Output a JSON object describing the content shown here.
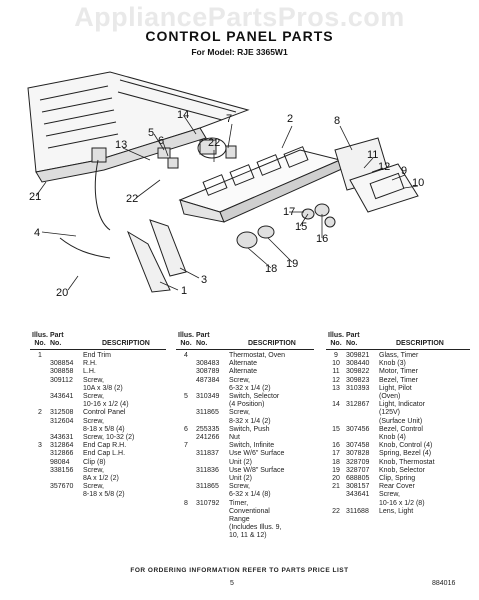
{
  "watermark": "AppliancePartsPros.com",
  "title": "CONTROL PANEL PARTS",
  "model_line": "For Model: RJE 3365W1",
  "callouts": [
    "1",
    "2",
    "3",
    "4",
    "5",
    "6",
    "7",
    "8",
    "9",
    "10",
    "11",
    "12",
    "13",
    "14",
    "15",
    "16",
    "17",
    "18",
    "19",
    "20",
    "21",
    "22",
    "22"
  ],
  "table": {
    "headers": {
      "illus": "Illus.",
      "illus2": "No.",
      "part": "Part",
      "part2": "No.",
      "desc": "DESCRIPTION"
    },
    "columns": [
      [
        {
          "ill": "1",
          "num": "",
          "desc": "End Trim"
        },
        {
          "ill": "",
          "num": "308854",
          "desc": "R.H."
        },
        {
          "ill": "",
          "num": "308858",
          "desc": "L.H."
        },
        {
          "ill": "",
          "num": "309112",
          "desc": "Screw,"
        },
        {
          "ill": "",
          "num": "",
          "desc": "10A x 3/8 (2)"
        },
        {
          "ill": "",
          "num": "343641",
          "desc": "Screw,"
        },
        {
          "ill": "",
          "num": "",
          "desc": "10-16 x 1/2 (4)"
        },
        {
          "ill": "2",
          "num": "312508",
          "desc": "Control Panel"
        },
        {
          "ill": "",
          "num": "312604",
          "desc": "Screw,"
        },
        {
          "ill": "",
          "num": "",
          "desc": "8-18 x 5/8 (4)"
        },
        {
          "ill": "",
          "num": "343631",
          "desc": "Screw, 10-32 (2)"
        },
        {
          "ill": "3",
          "num": "312864",
          "desc": "End Cap R.H."
        },
        {
          "ill": "",
          "num": "312866",
          "desc": "End Cap L.H."
        },
        {
          "ill": "",
          "num": "98084",
          "desc": "Clip (8)"
        },
        {
          "ill": "",
          "num": "338156",
          "desc": "Screw,"
        },
        {
          "ill": "",
          "num": "",
          "desc": "8A x 1/2 (2)"
        },
        {
          "ill": "",
          "num": "357670",
          "desc": "Screw,"
        },
        {
          "ill": "",
          "num": "",
          "desc": "8-18 x 5/8 (2)"
        }
      ],
      [
        {
          "ill": "4",
          "num": "",
          "desc": "Thermostat, Oven"
        },
        {
          "ill": "",
          "num": "308483",
          "desc": "Alternate"
        },
        {
          "ill": "",
          "num": "308789",
          "desc": "Alternate"
        },
        {
          "ill": "",
          "num": "487384",
          "desc": "Screw,"
        },
        {
          "ill": "",
          "num": "",
          "desc": "6-32 x 1/4 (2)"
        },
        {
          "ill": "5",
          "num": "310349",
          "desc": "Switch, Selector"
        },
        {
          "ill": "",
          "num": "",
          "desc": "(4 Position)"
        },
        {
          "ill": "",
          "num": "311865",
          "desc": "Screw,"
        },
        {
          "ill": "",
          "num": "",
          "desc": "8-32 x 1/4 (2)"
        },
        {
          "ill": "6",
          "num": "255335",
          "desc": "Switch, Push"
        },
        {
          "ill": "",
          "num": "241266",
          "desc": "Nut"
        },
        {
          "ill": "7",
          "num": "",
          "desc": "Switch, Infinite"
        },
        {
          "ill": "",
          "num": "311837",
          "desc": "Use W/6\" Surface"
        },
        {
          "ill": "",
          "num": "",
          "desc": "Unit (2)"
        },
        {
          "ill": "",
          "num": "311836",
          "desc": "Use W/8\" Surface"
        },
        {
          "ill": "",
          "num": "",
          "desc": "Unit (2)"
        },
        {
          "ill": "",
          "num": "311865",
          "desc": "Screw,"
        },
        {
          "ill": "",
          "num": "",
          "desc": "6-32 x 1/4 (8)"
        },
        {
          "ill": "8",
          "num": "310792",
          "desc": "Timer,"
        },
        {
          "ill": "",
          "num": "",
          "desc": "Conventional"
        },
        {
          "ill": "",
          "num": "",
          "desc": "Range"
        },
        {
          "ill": "",
          "num": "",
          "desc": "(Includes Illus. 9,"
        },
        {
          "ill": "",
          "num": "",
          "desc": "10, 11 & 12)"
        }
      ],
      [
        {
          "ill": "9",
          "num": "309821",
          "desc": "Glass, Timer"
        },
        {
          "ill": "10",
          "num": "308440",
          "desc": "Knob (3)"
        },
        {
          "ill": "11",
          "num": "309822",
          "desc": "Motor, Timer"
        },
        {
          "ill": "12",
          "num": "309823",
          "desc": "Bezel, Timer"
        },
        {
          "ill": "13",
          "num": "310393",
          "desc": "Light, Pilot"
        },
        {
          "ill": "",
          "num": "",
          "desc": "(Oven)"
        },
        {
          "ill": "14",
          "num": "312867",
          "desc": "Light, Indicator"
        },
        {
          "ill": "",
          "num": "",
          "desc": "(125V)"
        },
        {
          "ill": "",
          "num": "",
          "desc": "(Surface Unit)"
        },
        {
          "ill": "15",
          "num": "307456",
          "desc": "Bezel, Control"
        },
        {
          "ill": "",
          "num": "",
          "desc": "Knob (4)"
        },
        {
          "ill": "16",
          "num": "307458",
          "desc": "Knob, Control (4)"
        },
        {
          "ill": "17",
          "num": "307828",
          "desc": "Spring, Bezel (4)"
        },
        {
          "ill": "18",
          "num": "328709",
          "desc": "Knob, Thermostat"
        },
        {
          "ill": "19",
          "num": "328707",
          "desc": "Knob, Selector"
        },
        {
          "ill": "20",
          "num": "688805",
          "desc": "Clip, Spring"
        },
        {
          "ill": "21",
          "num": "308157",
          "desc": "Rear Cover"
        },
        {
          "ill": "",
          "num": "343641",
          "desc": "Screw,"
        },
        {
          "ill": "",
          "num": "",
          "desc": "10-16 x 1/2 (8)"
        },
        {
          "ill": "22",
          "num": "311688",
          "desc": "Lens, Light"
        }
      ]
    ]
  },
  "footer": "FOR ORDERING INFORMATION REFER TO PARTS PRICE LIST",
  "page_number": "5",
  "doc_code": "884016"
}
